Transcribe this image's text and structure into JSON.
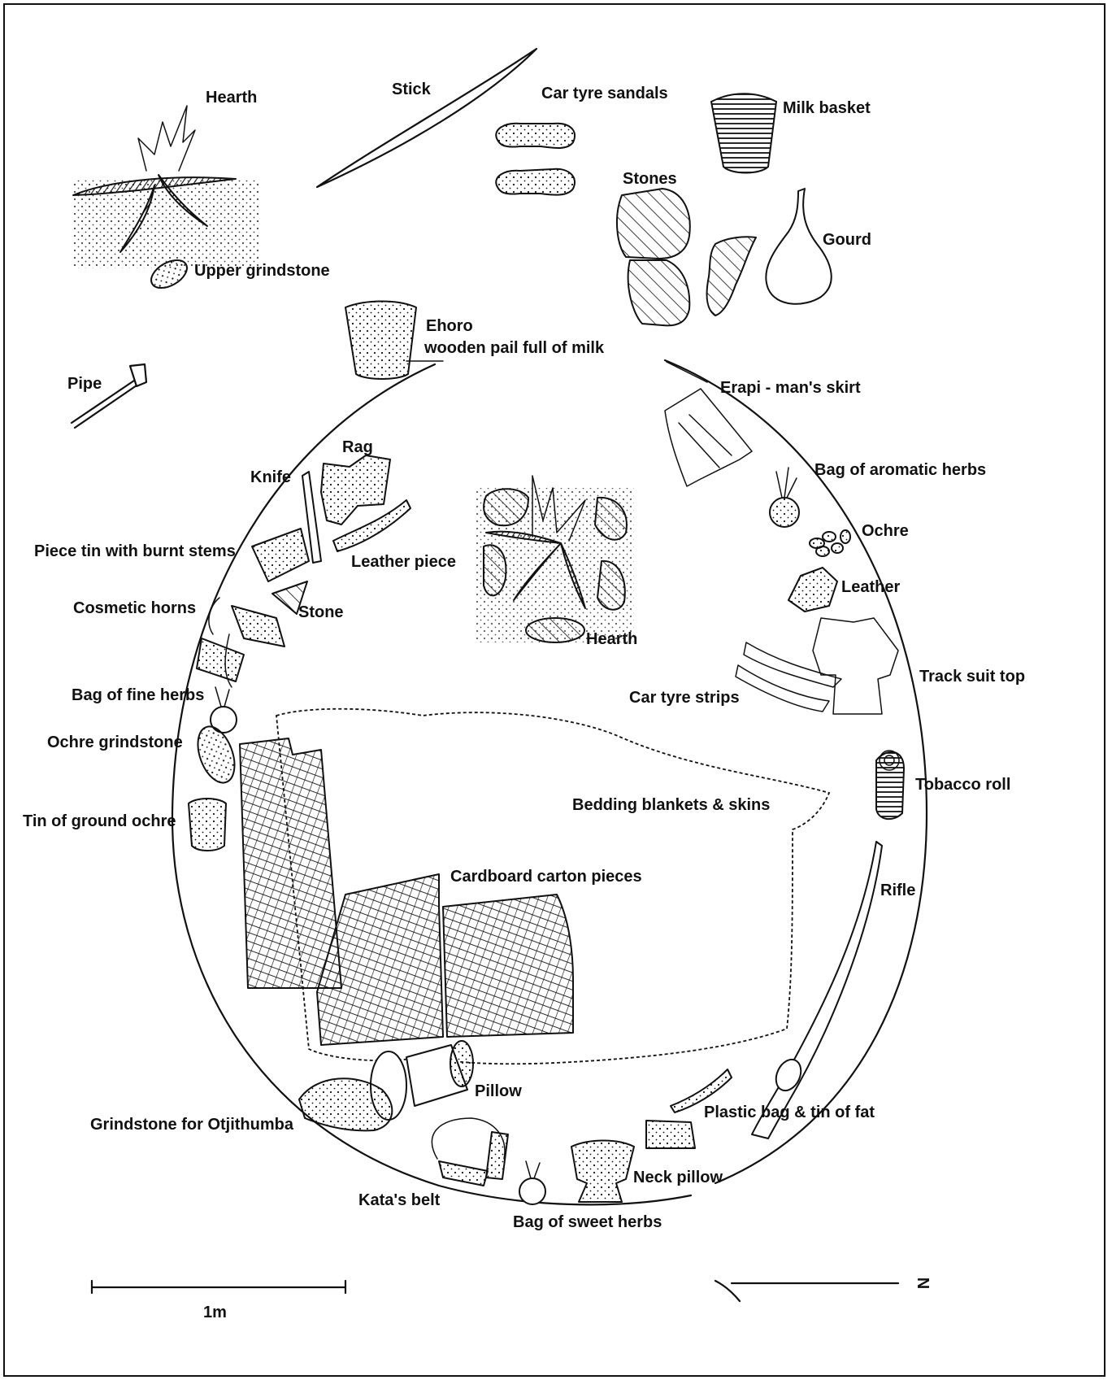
{
  "labels": {
    "hearth_outer": "Hearth",
    "stick": "Stick",
    "car_tyre_sandals": "Car tyre sandals",
    "milk_basket": "Milk basket",
    "stones": "Stones",
    "gourd": "Gourd",
    "upper_grindstone": "Upper grindstone",
    "ehoro": "Ehoro",
    "wooden_pail": "wooden pail full of milk",
    "pipe": "Pipe",
    "erapi": "Erapi - man's skirt",
    "rag": "Rag",
    "knife": "Knife",
    "bag_aromatic_herbs": "Bag of aromatic herbs",
    "ochre": "Ochre",
    "piece_tin": "Piece tin with burnt stems",
    "leather_piece": "Leather piece",
    "leather": "Leather",
    "cosmetic_horns": "Cosmetic horns",
    "stone": "Stone",
    "hearth_inner": "Hearth",
    "track_suit_top": "Track suit top",
    "bag_fine_herbs": "Bag of fine herbs",
    "car_tyre_strips": "Car tyre strips",
    "ochre_grindstone": "Ochre grindstone",
    "tobacco_roll": "Tobacco roll",
    "bedding": "Bedding blankets & skins",
    "tin_ground_ochre": "Tin of ground ochre",
    "cardboard": "Cardboard carton pieces",
    "rifle": "Rifle",
    "pillow": "Pillow",
    "grindstone_otjithumba": "Grindstone for Otjithumba",
    "plastic_bag": "Plastic bag & tin of fat",
    "neck_pillow": "Neck pillow",
    "katas_belt": "Kata's belt",
    "bag_sweet_herbs": "Bag of sweet herbs",
    "scale": "1m",
    "north": "N"
  }
}
